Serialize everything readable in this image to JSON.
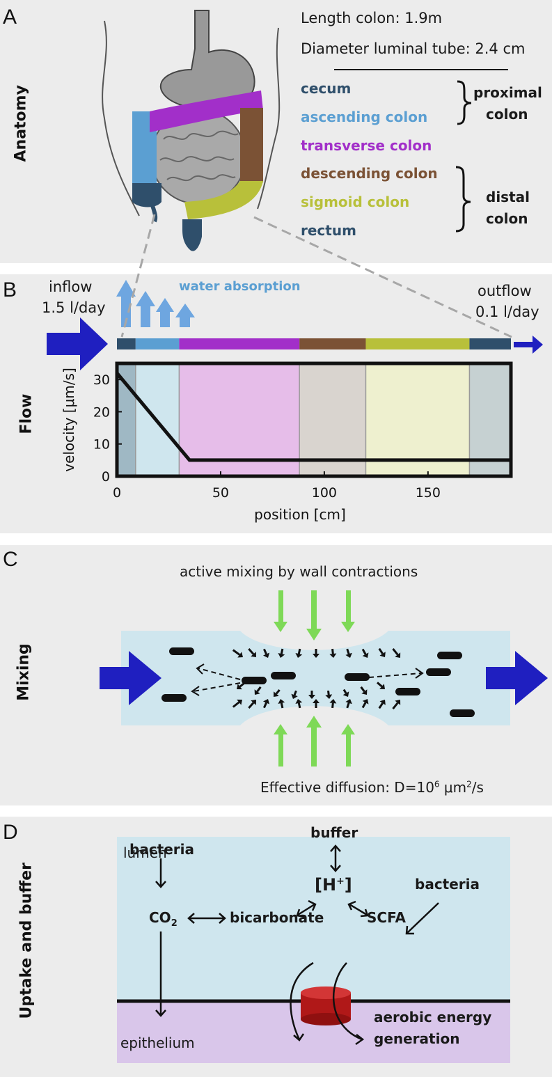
{
  "panels": {
    "a": {
      "letter": "A",
      "side_label": "Anatomy",
      "length": "Length colon: 1.9m",
      "diameter": "Diameter luminal tube: 2.4 cm",
      "segments": [
        {
          "name": "cecum",
          "color": "#2f4f6b"
        },
        {
          "name": "ascending colon",
          "color": "#5b9fd2"
        },
        {
          "name": "transverse colon",
          "color": "#a22fc9"
        },
        {
          "name": "descending colon",
          "color": "#7b5235"
        },
        {
          "name": "sigmoid colon",
          "color": "#b8c03a"
        },
        {
          "name": "rectum",
          "color": "#2f4f6b"
        }
      ],
      "proximal_1": "proximal",
      "proximal_2": "colon",
      "distal_1": "distal",
      "distal_2": "colon"
    },
    "b": {
      "letter": "B",
      "side_label": "Flow",
      "inflow_1": "inflow",
      "inflow_2": "1.5 l/day",
      "outflow_1": "outflow",
      "outflow_2": "0.1 l/day",
      "water_absorption": "water absorption"
    },
    "c": {
      "letter": "C",
      "side_label": "Mixing",
      "top_text": "active mixing by wall contractions",
      "diff_prefix": "Effective diffusion: D=10",
      "diff_exp": "6",
      "diff_unit": " μm",
      "diff_unit_exp": "2",
      "diff_suffix": "/s"
    },
    "d": {
      "letter": "D",
      "side_label": "Uptake and buffer",
      "lumen": "lumen",
      "epithelium": "epithelium",
      "buffer": "buffer",
      "h_plus": "[H",
      "h_plus_sup": "+",
      "h_plus_close": "]",
      "bacteria_left": "bacteria",
      "bacteria_right": "bacteria",
      "co2": "CO",
      "co2_sub": "2",
      "bicarbonate": "bicarbonate",
      "scfa": "SCFA",
      "aerobic_1": "aerobic energy",
      "aerobic_2": "generation"
    }
  },
  "chart_data": {
    "type": "line",
    "xlabel": "position [cm]",
    "ylabel": "velocity [μm/s]",
    "xlim": [
      0,
      190
    ],
    "ylim": [
      0,
      35
    ],
    "xticks": [
      0,
      50,
      100,
      150
    ],
    "yticks": [
      0,
      10,
      20,
      30
    ],
    "x": [
      0,
      35,
      190
    ],
    "y": [
      32,
      5,
      5
    ],
    "regions": [
      {
        "name": "cecum",
        "from": 0,
        "to": 9,
        "color": "#9fb8c4"
      },
      {
        "name": "ascending colon",
        "from": 9,
        "to": 30,
        "color": "#cfe6ee"
      },
      {
        "name": "transverse colon",
        "from": 30,
        "to": 88,
        "color": "#e6bde9"
      },
      {
        "name": "descending colon",
        "from": 88,
        "to": 120,
        "color": "#d9d4cf"
      },
      {
        "name": "sigmoid colon",
        "from": 120,
        "to": 170,
        "color": "#eef0cf"
      },
      {
        "name": "rectum",
        "from": 170,
        "to": 190,
        "color": "#c6d1d2"
      }
    ]
  }
}
